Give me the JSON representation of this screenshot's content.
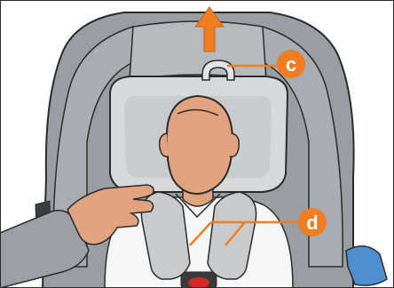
{
  "callouts": {
    "c": {
      "label": "c",
      "target": "headrest-adjust-handle"
    },
    "d": {
      "label": "d",
      "target": "shoulder-pads"
    }
  },
  "colors": {
    "accent_orange": "#f07d21",
    "seat_shell_gray": "#9a9ea2",
    "seat_shell_dark": "#7e8286",
    "headrest_light": "#d7d8da",
    "headrest_inner": "#c9cbcd",
    "pad_gray": "#c8cacc",
    "skin": "#e0a27f",
    "shirt": "#f6f6f6",
    "outline": "#2b2b2b",
    "buckle_red": "#d9262b",
    "blue_part": "#4f8fcf"
  },
  "icons": {
    "arrow": "up-arrow-icon"
  }
}
